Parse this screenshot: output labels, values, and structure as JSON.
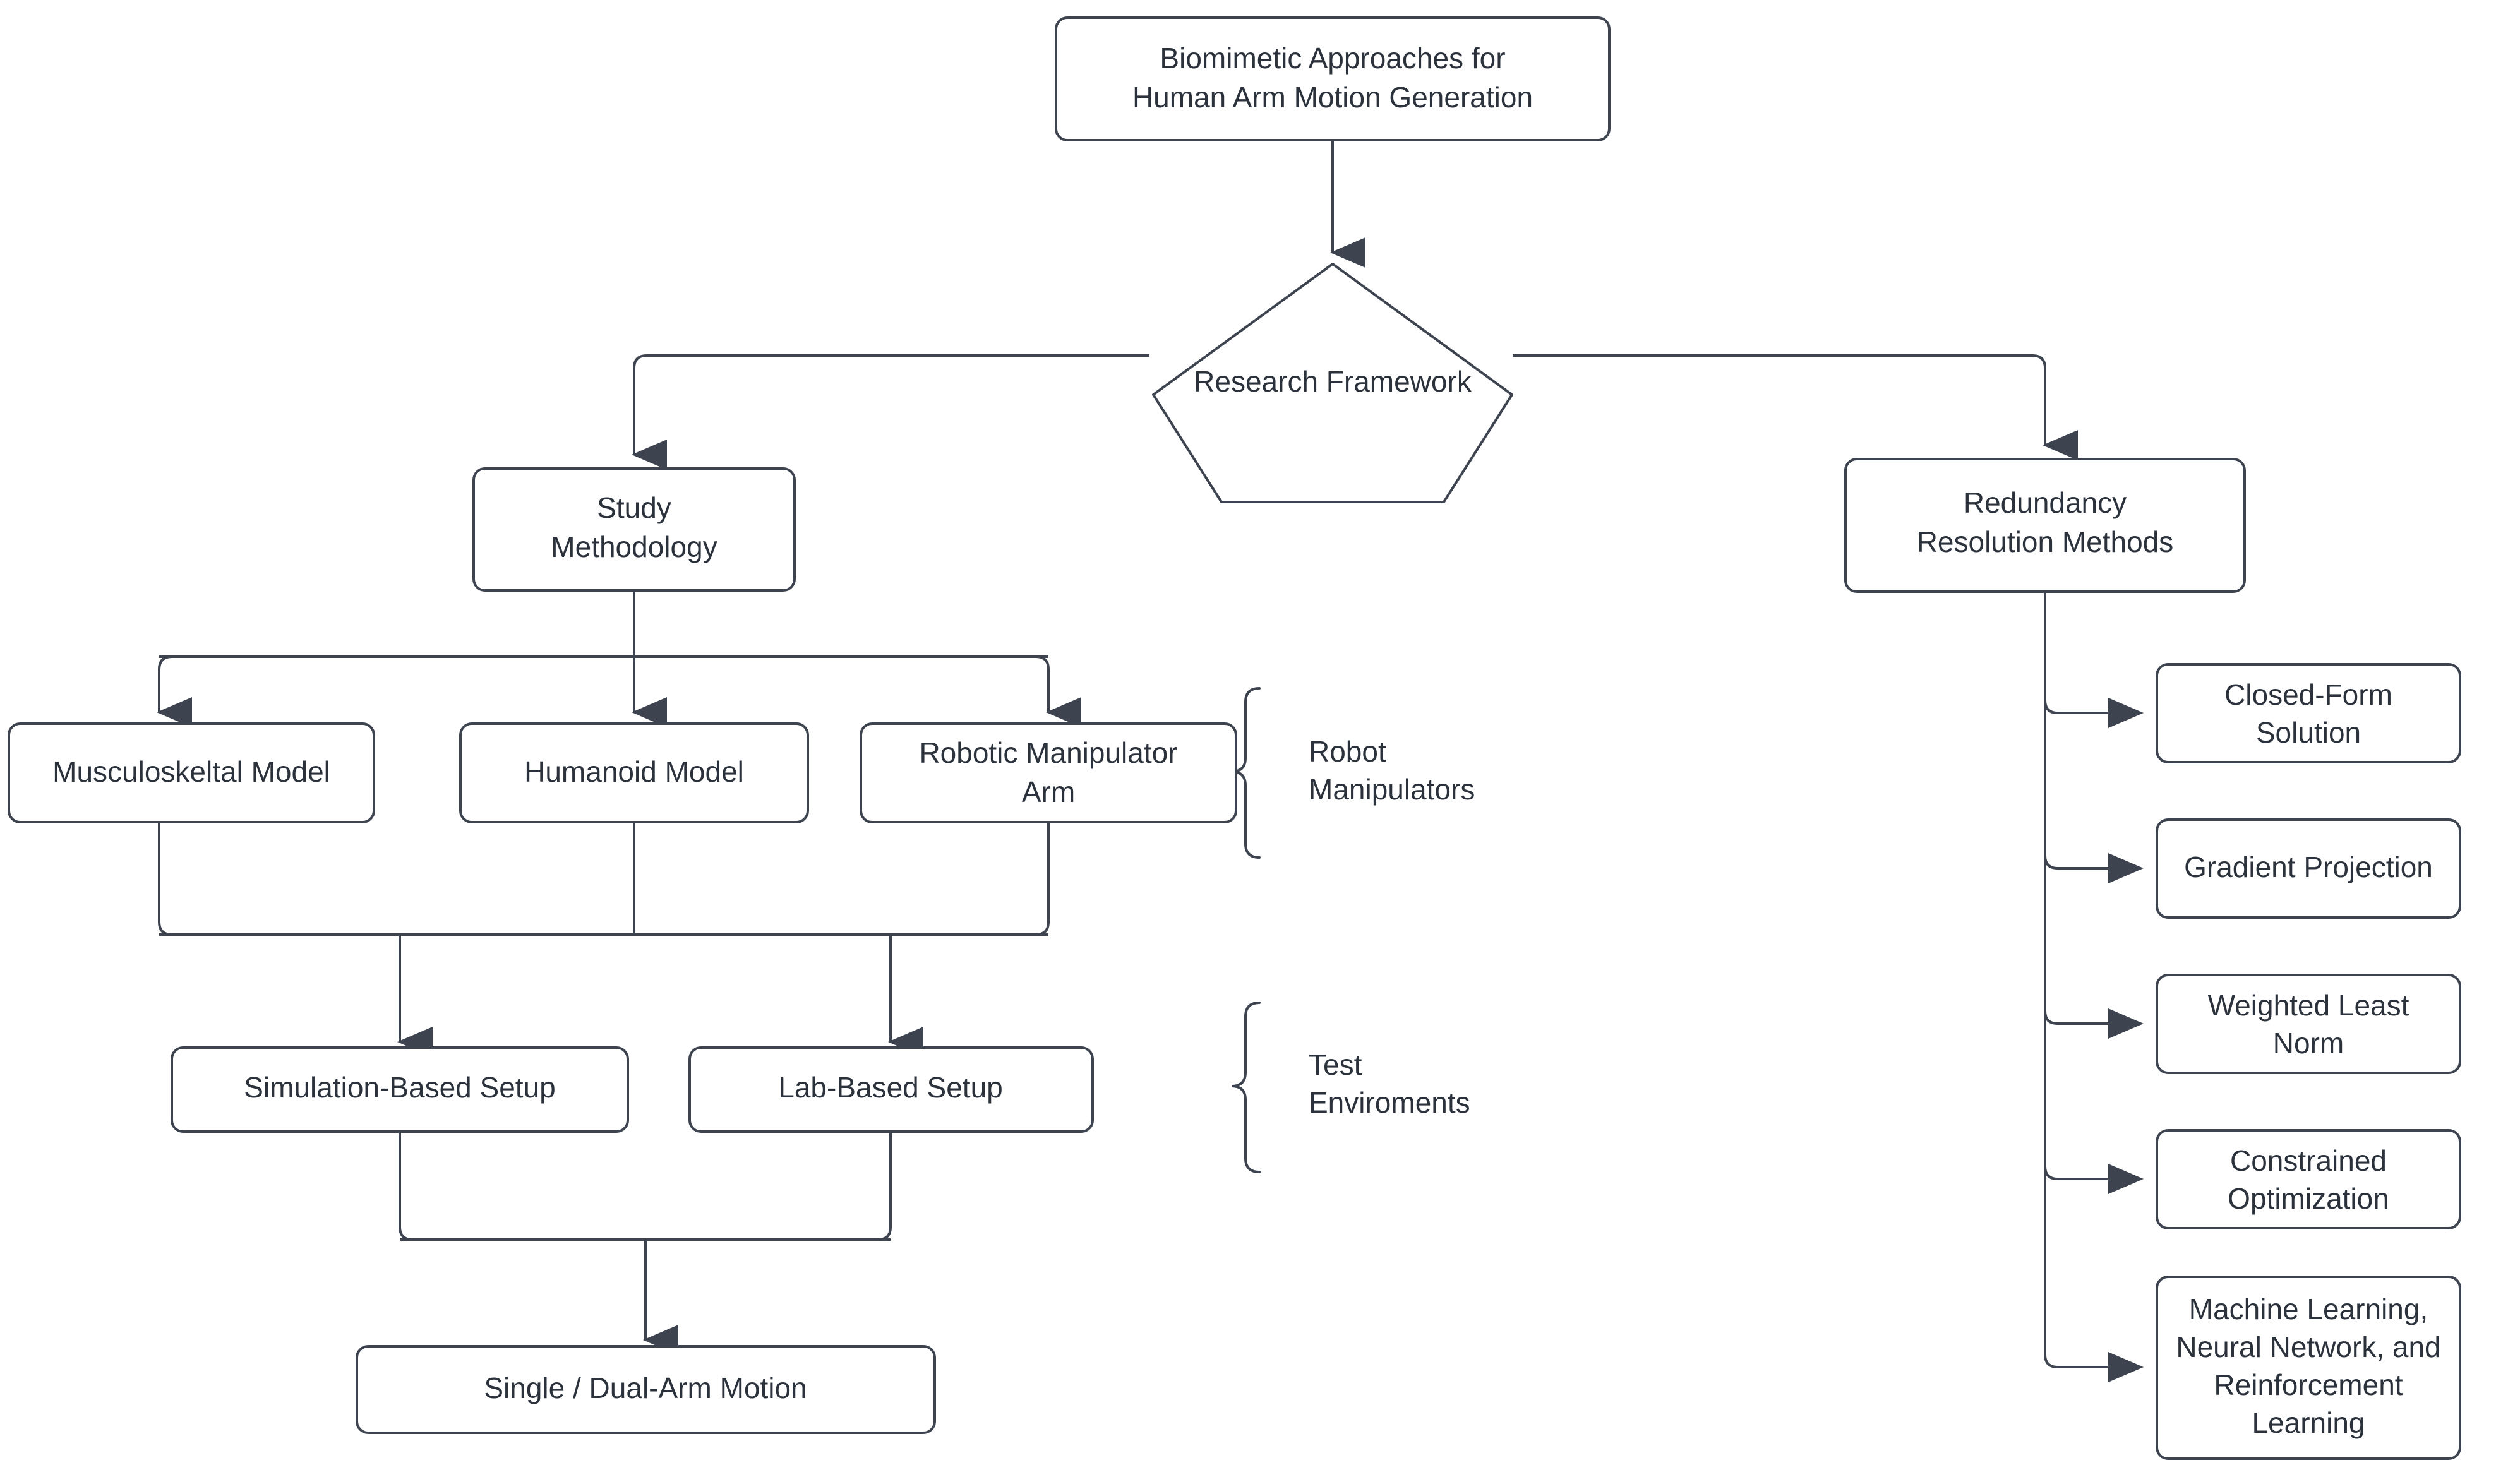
{
  "diagram": {
    "title": "Biomimetic Approaches for Human Arm Motion Generation flowchart",
    "colors": {
      "stroke": "#3d4450",
      "text": "#2b323c",
      "fill": "#ffffff",
      "background": "#ffffff"
    },
    "nodes": {
      "root": {
        "line1": "Biomimetic Approaches for",
        "line2": "Human Arm Motion Generation"
      },
      "framework": {
        "label": "Research Framework"
      },
      "methodology": {
        "line1": "Study",
        "line2": "Methodology"
      },
      "redundancy": {
        "line1": "Redundancy",
        "line2": "Resolution Methods"
      },
      "musculoskeltal": {
        "label": "Musculoskeltal Model"
      },
      "humanoid": {
        "label": "Humanoid Model"
      },
      "manipulator": {
        "line1": "Robotic Manipulator",
        "line2": "Arm"
      },
      "simulation_setup": {
        "label": "Simulation-Based Setup"
      },
      "lab_setup": {
        "label": "Lab-Based Setup"
      },
      "motion": {
        "label": "Single / Dual-Arm Motion"
      },
      "closed_form": {
        "line1": "Closed-Form",
        "line2": "Solution"
      },
      "gradient_projection": {
        "label": "Gradient Projection"
      },
      "weighted_least_norm": {
        "line1": "Weighted Least",
        "line2": "Norm"
      },
      "constrained_optimization": {
        "line1": "Constrained",
        "line2": "Optimization"
      },
      "machine_learning": {
        "line1": "Machine Learning,",
        "line2": "Neural Network, and",
        "line3": "Reinforcement",
        "line4": "Learning"
      }
    },
    "group_labels": {
      "robot_manipulators": {
        "line1": "Robot",
        "line2": "Manipulators"
      },
      "test_environments": {
        "line1": "Test",
        "line2": "Enviroments"
      }
    }
  }
}
